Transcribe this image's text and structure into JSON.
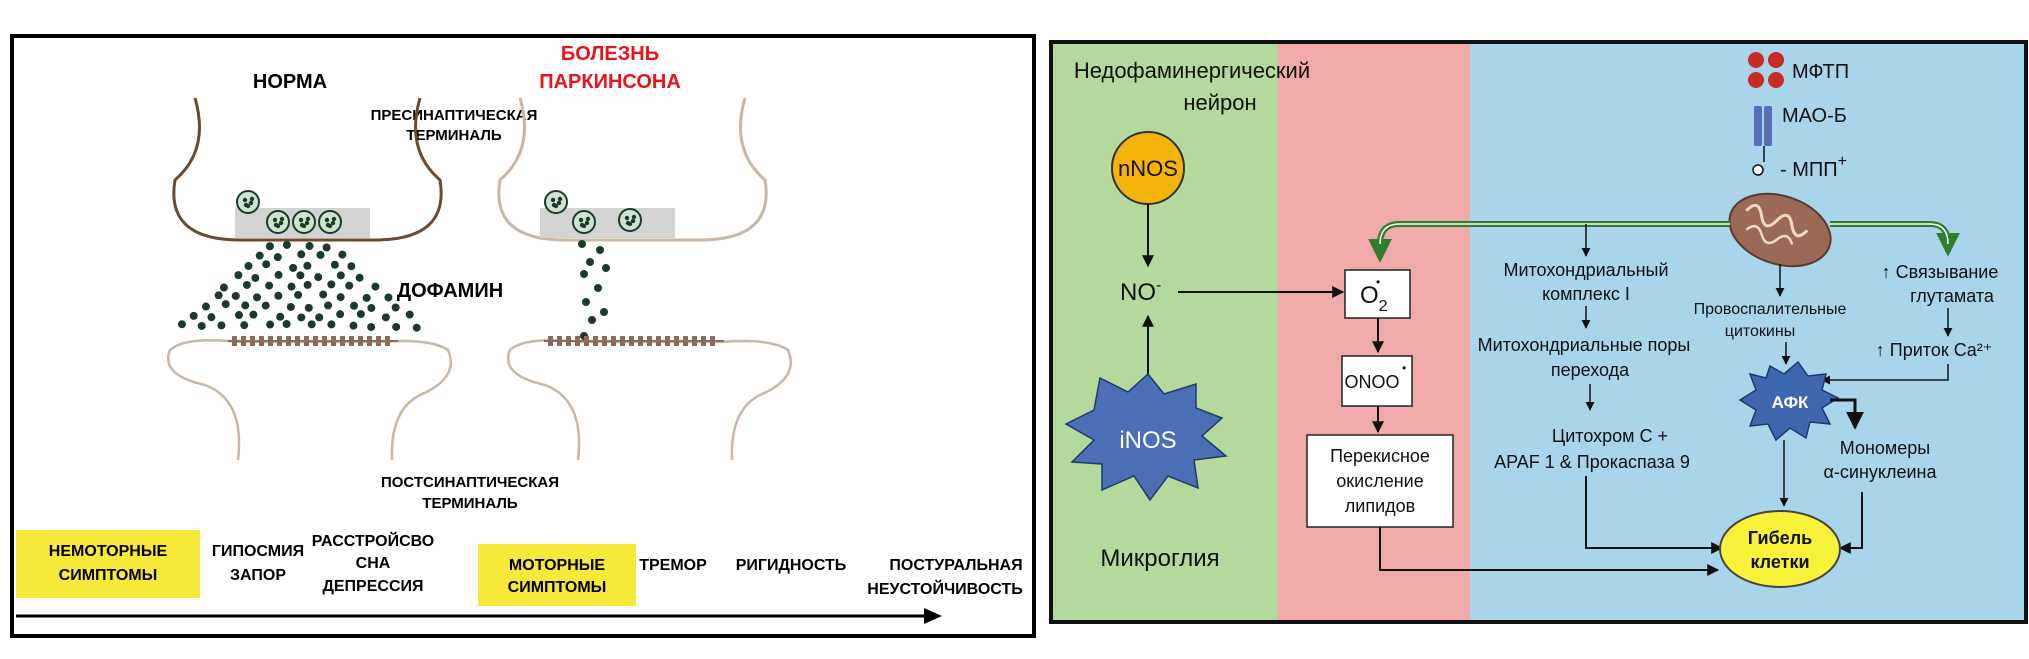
{
  "left_panel": {
    "norm_label": "НОРМА",
    "parkinson_label_line1": "БОЛЕЗНЬ",
    "parkinson_label_line2": "ПАРКИНСОНА",
    "presynaptic_line1": "ПРЕСИНАПТИЧЕСКАЯ",
    "presynaptic_line2": "ТЕРМИНАЛЬ",
    "dopamine_label": "ДОФАМИН",
    "postsynaptic_line1": "ПОСТСИНАПТИЧЕСКАЯ",
    "postsynaptic_line2": "ТЕРМИНАЛЬ",
    "nonmotor_line1": "НЕМОТОРНЫЕ",
    "nonmotor_line2": "СИМПТОМЫ",
    "hyposmia": "ГИПОСМИЯ",
    "constipation": "ЗАПОР",
    "sleep_line1": "РАССТРОЙСВО",
    "sleep_line2": "СНА",
    "depression": "ДЕПРЕССИЯ",
    "motor_line1": "МОТОРНЫЕ",
    "motor_line2": "СИМПТОМЫ",
    "tremor": "ТРЕМОР",
    "rigidity": "РИГИДНОСТЬ",
    "postural_line1": "ПОСТУРАЛЬНАЯ",
    "postural_line2": "НЕУСТОЙЧИВОСТЬ",
    "colors": {
      "highlight": "#f7e93a",
      "red": "#e8141b",
      "dot": "#1b3a2a"
    }
  },
  "right_panel": {
    "zone_green_line1": "Недофаминергический",
    "zone_green_line2": "нейрон",
    "nnos": "nNOS",
    "no_label": "NO",
    "no_superscript": "-",
    "inos": "iNOS",
    "microglia": "Микроглия",
    "o2_base": "O",
    "o2_sub": "2",
    "o2_dot": "•",
    "onoo": "ONOO",
    "onoo_dot": "•",
    "lipid_line1": "Перекисное",
    "lipid_line2": "окисление",
    "lipid_line3": "липидов",
    "mftp": "МФТП",
    "maob": "МАО-Б",
    "mpp": "МПП",
    "mpp_plus": "+",
    "mito_complex_line1": "Митохондриальный",
    "mito_complex_line2": "комплекс I",
    "mito_pores_line1": "Митохондриальные поры",
    "mito_pores_line2": "перехода",
    "cytochrome_line1": "Цитохром С  +",
    "cytochrome_line2": "APAF 1 & Прокаспаза 9",
    "cytokines_line1": "Провоспалительные",
    "cytokines_line2": "цитокины",
    "glutamate_line1": "Связывание",
    "glutamate_line2": "глутамата",
    "calcium": "Приток Ca²⁺",
    "afk": "АФК",
    "monomers_line1": "Мономеры",
    "monomers_line2": "α-синуклеина",
    "cell_death_line1": "Гибель",
    "cell_death_line2": "клетки",
    "colors": {
      "zone_green": "#b5d89c",
      "zone_pink": "#efaaa9",
      "zone_blue": "#a8d5ea",
      "nnos_fill": "#f5b40c",
      "inos_fill": "#4a6fb5",
      "afk_fill": "#3f67ae",
      "death_fill": "#f8f23a",
      "mftp_fill": "#c62b26",
      "arrow_green": "#2f7d2c"
    }
  }
}
